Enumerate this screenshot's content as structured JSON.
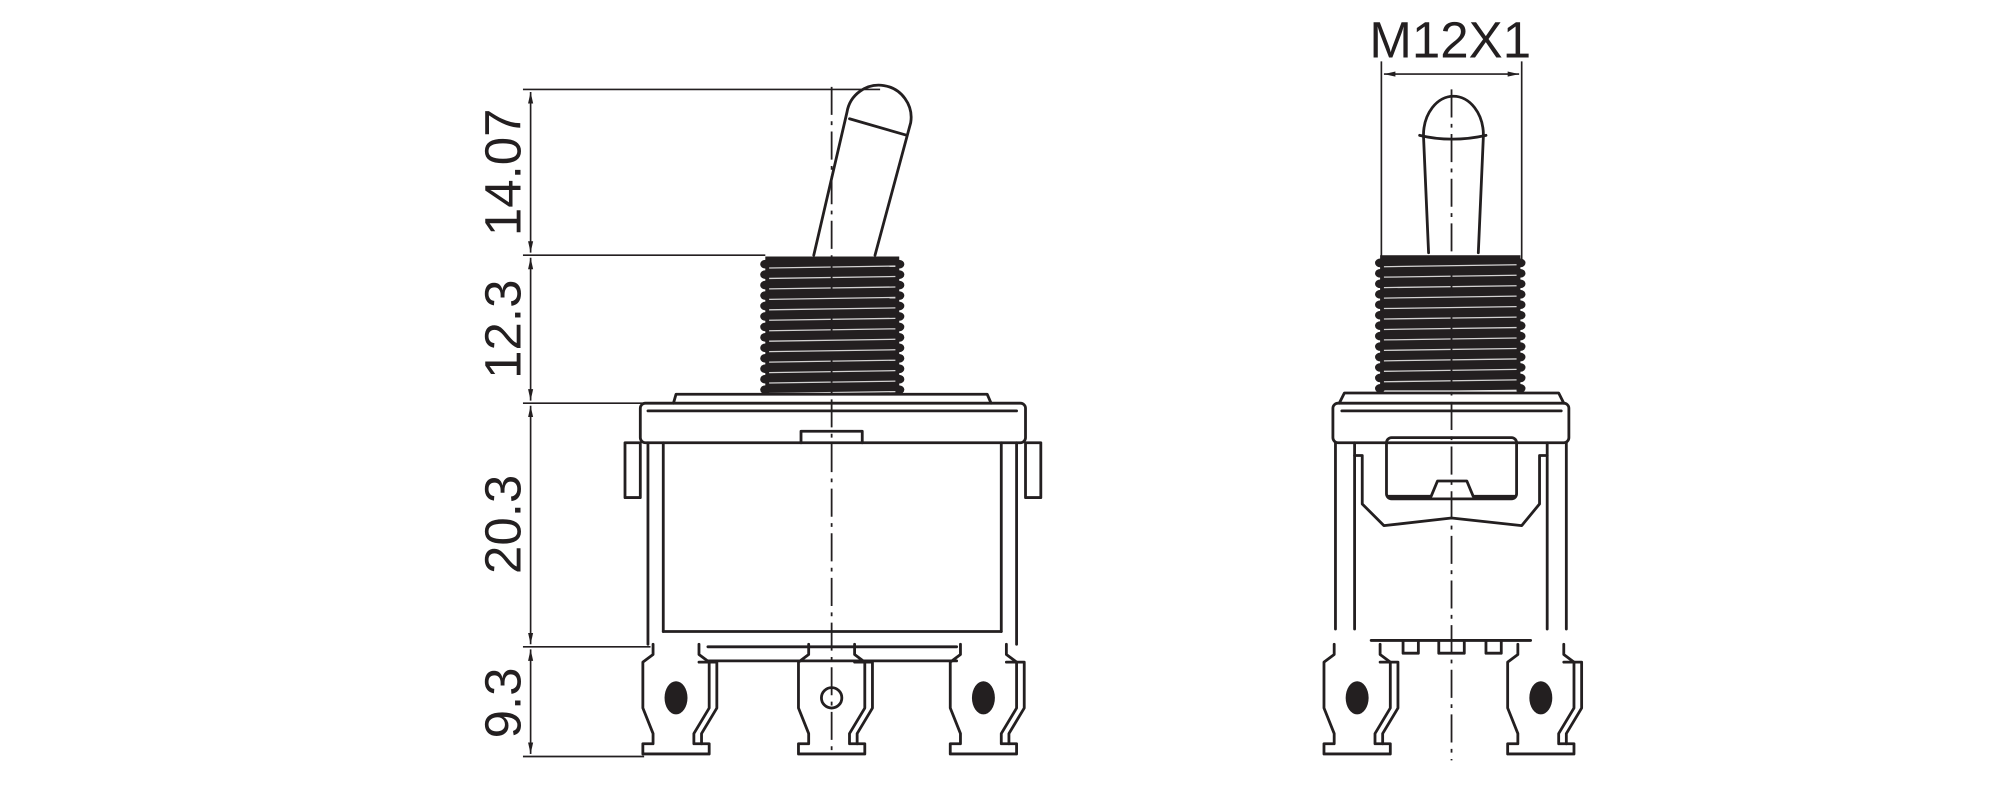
{
  "side_view": {
    "dimensions": [
      {
        "label": "14.07"
      },
      {
        "label": "12.3"
      },
      {
        "label": "20.3"
      },
      {
        "label": "9.3"
      }
    ]
  },
  "front_view": {
    "thread_label": "M12X1"
  },
  "colors": {
    "line": "#231f20",
    "background": "#ffffff"
  }
}
